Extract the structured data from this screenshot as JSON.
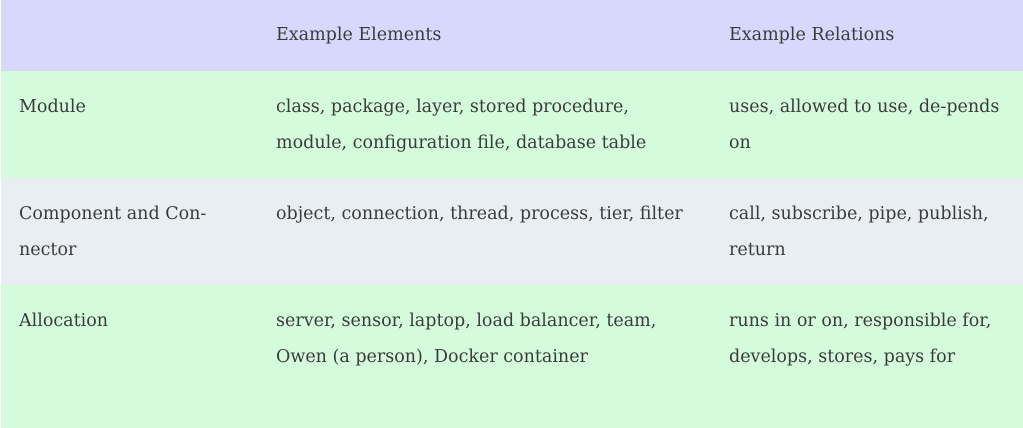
{
  "headers": [
    "",
    "Example Elements",
    "Example Relations"
  ],
  "rows": [
    {
      "type": "Module",
      "elements": "class, package, layer, stored procedure, module, configuration file, database table",
      "relations": "uses, allowed to use, de-pends on"
    },
    {
      "type": "Component and Con-nector",
      "elements": "object, connection, thread, process, tier, filter",
      "relations": "call, subscribe, pipe, publish, return"
    },
    {
      "type": "Allocation",
      "elements": "server, sensor, laptop, load balancer, team, Owen (a person), Docker container",
      "relations": "runs in or on, responsible for, develops, stores, pays for"
    }
  ],
  "colors": {
    "header": "#d8d8fc",
    "green": "#d4fcdc",
    "gray": "#e9eef2"
  }
}
